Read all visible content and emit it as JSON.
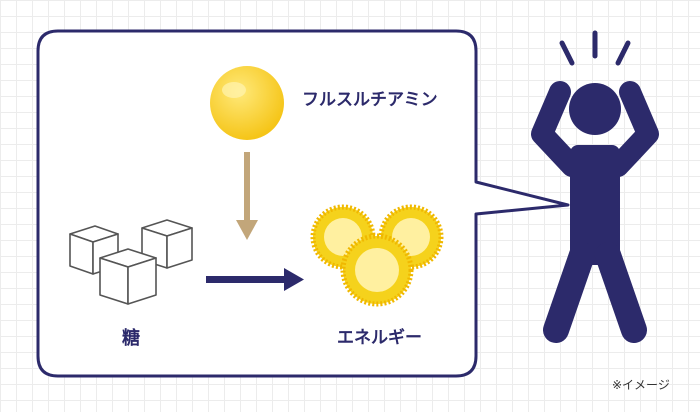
{
  "labels": {
    "fursultiamine": "フルスルチアミン",
    "sugar": "糖",
    "energy": "エネルギー",
    "note": "※イメージ"
  },
  "colors": {
    "navy": "#2c2a6b",
    "yellow": "#f5c518",
    "yellow_light": "#ffe97a",
    "arrow_brown": "#c2a67a",
    "cube_stroke": "#555555",
    "grid": "#ececec"
  },
  "icons": {
    "fursultiamine": "yellow-sphere-icon",
    "sugar": "sugar-cubes-icon",
    "energy": "energy-burst-icon",
    "person": "energized-person-icon"
  }
}
